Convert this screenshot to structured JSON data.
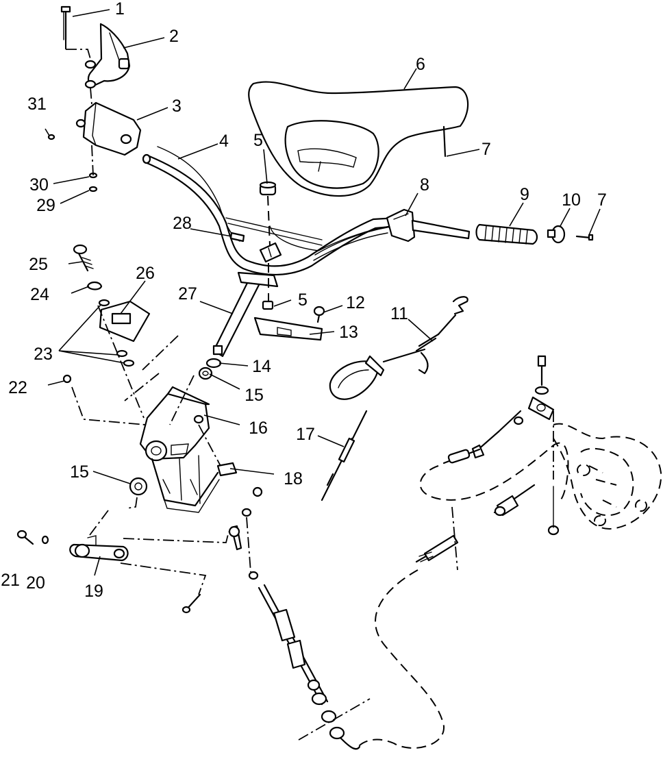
{
  "callouts": [
    {
      "id": "c1",
      "label": "1"
    },
    {
      "id": "c2",
      "label": "2"
    },
    {
      "id": "c3",
      "label": "3"
    },
    {
      "id": "c4",
      "label": "4"
    },
    {
      "id": "c5a",
      "label": "5"
    },
    {
      "id": "c5b",
      "label": "5"
    },
    {
      "id": "c6",
      "label": "6"
    },
    {
      "id": "c7a",
      "label": "7"
    },
    {
      "id": "c7b",
      "label": "7"
    },
    {
      "id": "c8",
      "label": "8"
    },
    {
      "id": "c9",
      "label": "9"
    },
    {
      "id": "c10",
      "label": "10"
    },
    {
      "id": "c11",
      "label": "11"
    },
    {
      "id": "c12",
      "label": "12"
    },
    {
      "id": "c13",
      "label": "13"
    },
    {
      "id": "c14",
      "label": "14"
    },
    {
      "id": "c15a",
      "label": "15"
    },
    {
      "id": "c15b",
      "label": "15"
    },
    {
      "id": "c16",
      "label": "16"
    },
    {
      "id": "c17",
      "label": "17"
    },
    {
      "id": "c18",
      "label": "18"
    },
    {
      "id": "c19",
      "label": "19"
    },
    {
      "id": "c20",
      "label": "20"
    },
    {
      "id": "c21",
      "label": "21"
    },
    {
      "id": "c22",
      "label": "22"
    },
    {
      "id": "c23",
      "label": "23"
    },
    {
      "id": "c24",
      "label": "24"
    },
    {
      "id": "c25",
      "label": "25"
    },
    {
      "id": "c26",
      "label": "26"
    },
    {
      "id": "c27",
      "label": "27"
    },
    {
      "id": "c28",
      "label": "28"
    },
    {
      "id": "c29",
      "label": "29"
    },
    {
      "id": "c30",
      "label": "30"
    },
    {
      "id": "c31",
      "label": "31"
    }
  ],
  "icons": {
    "bolt": "bolt-icon",
    "nut": "nut-icon",
    "washer": "washer-icon"
  },
  "colors": {
    "ink": "#000000",
    "paper": "#ffffff"
  }
}
